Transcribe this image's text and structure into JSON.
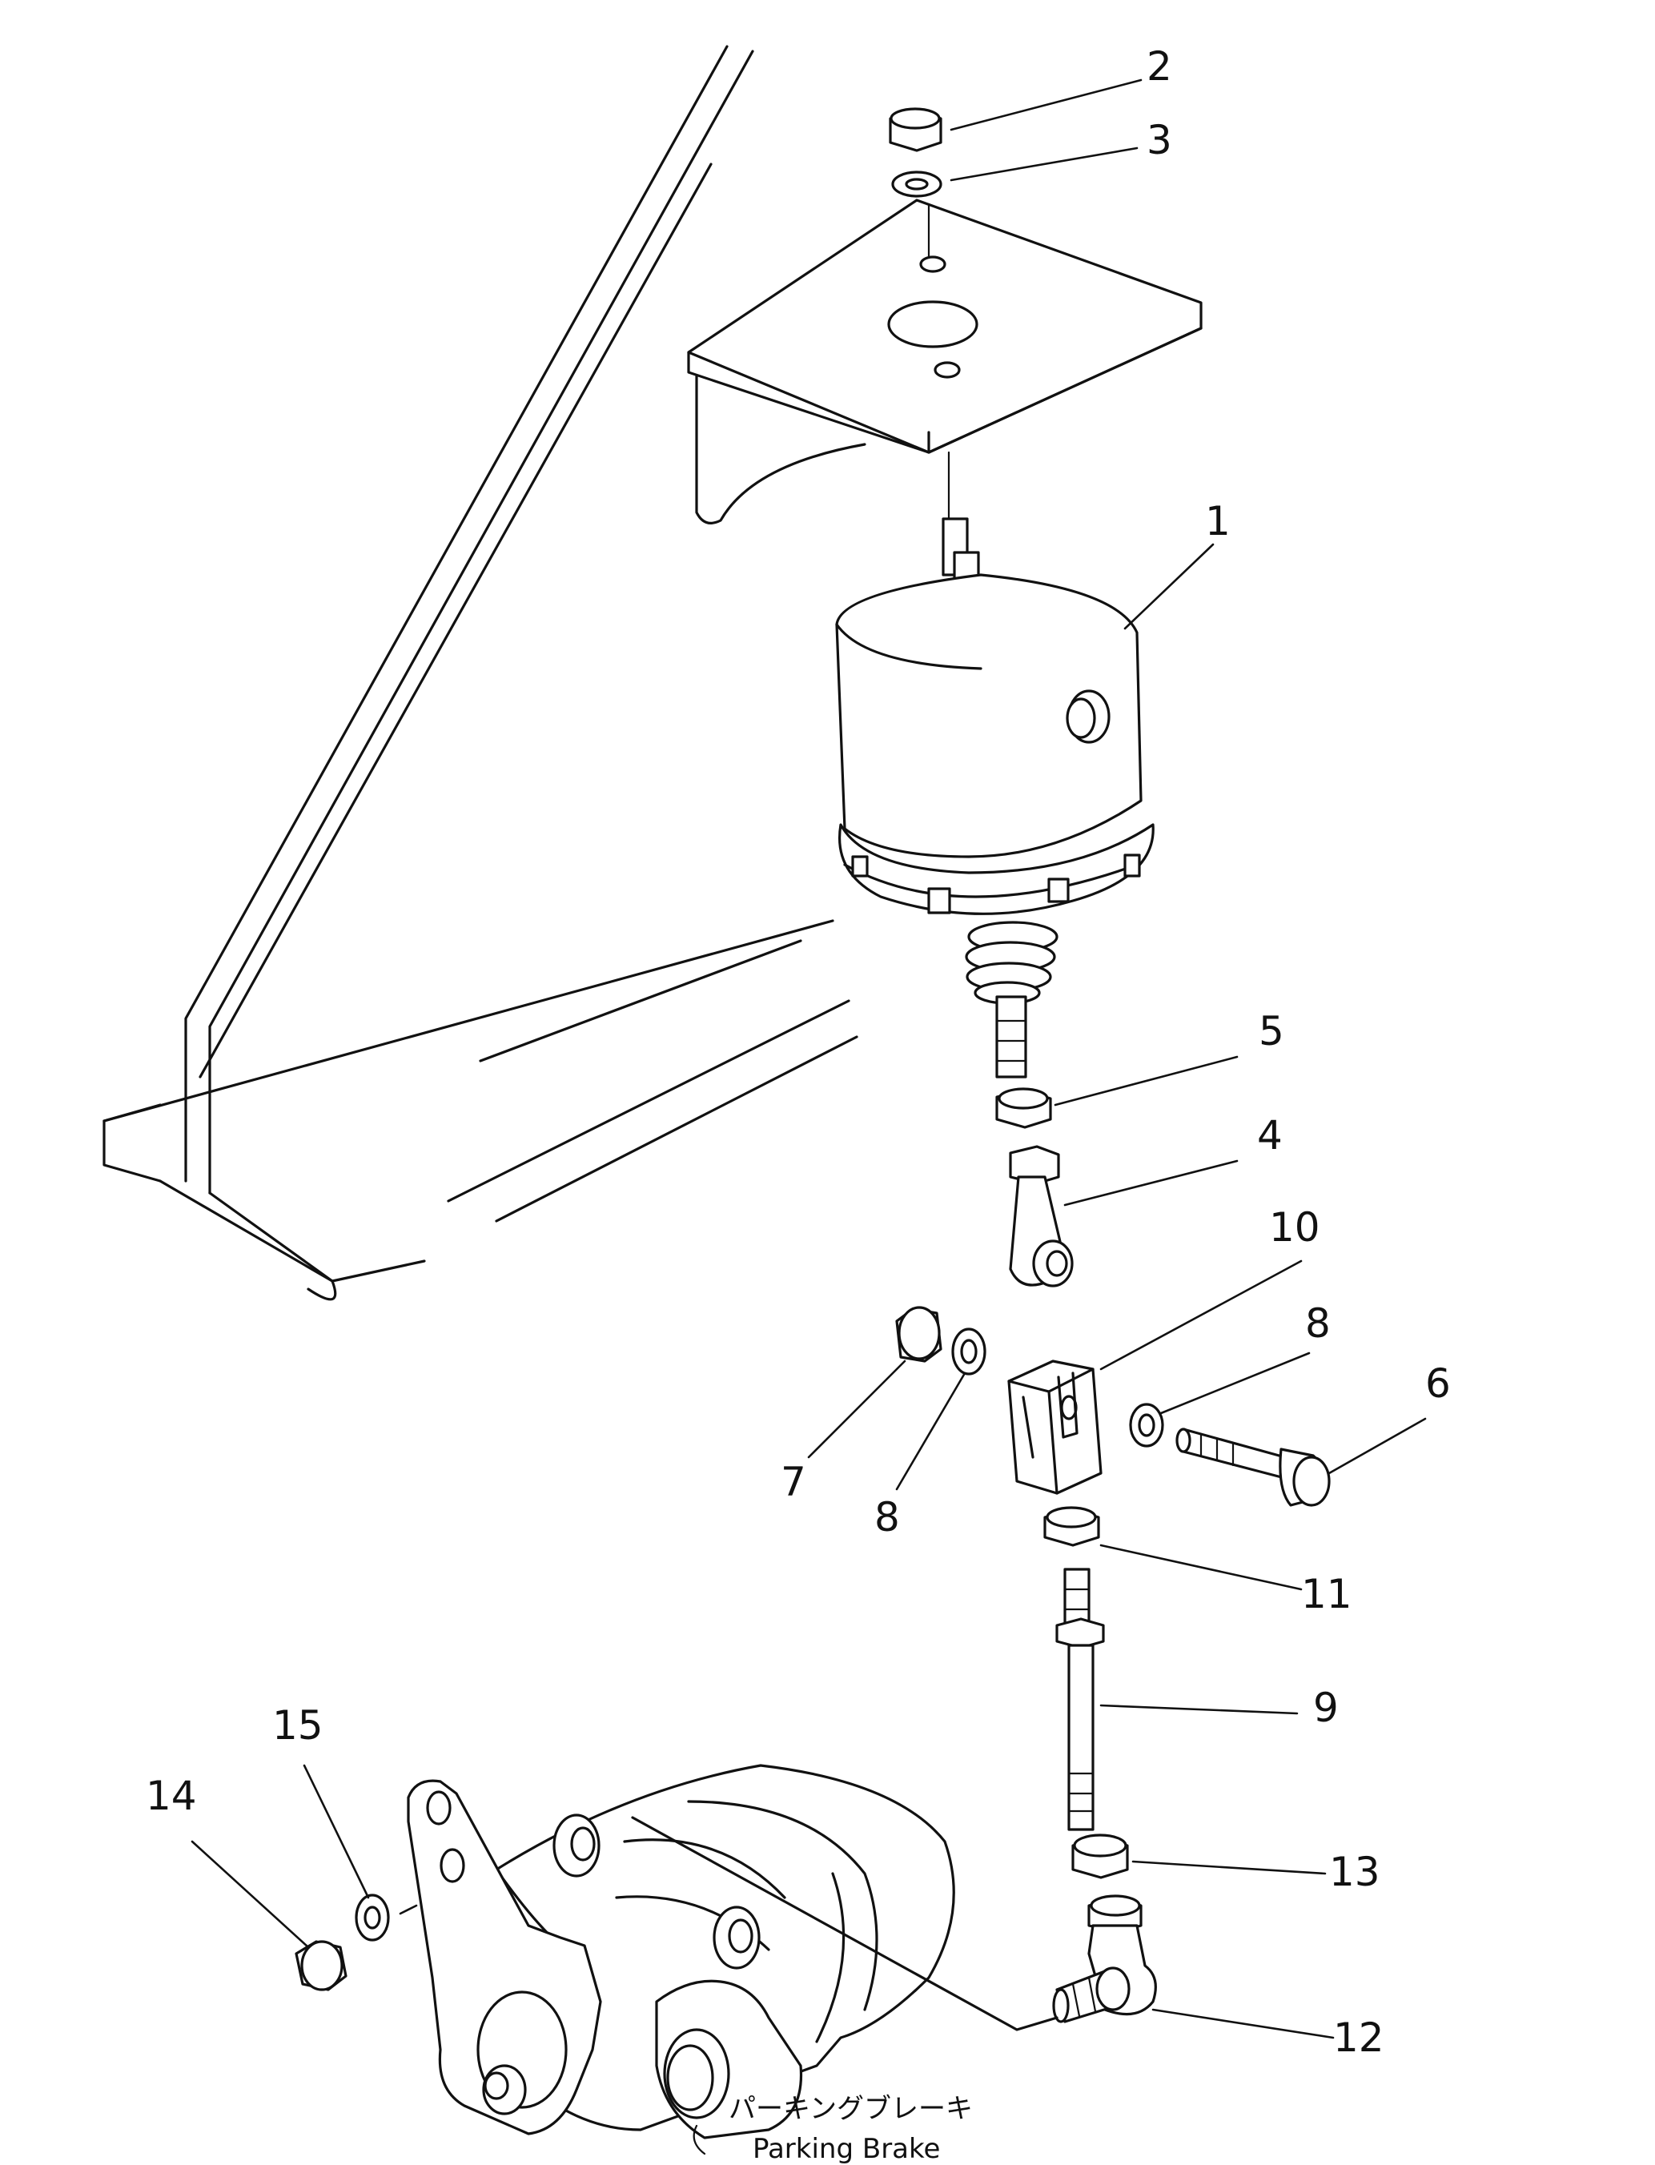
{
  "callouts": [
    {
      "id": "c1",
      "text": "1"
    },
    {
      "id": "c2",
      "text": "2"
    },
    {
      "id": "c3",
      "text": "3"
    },
    {
      "id": "c4",
      "text": "4"
    },
    {
      "id": "c5",
      "text": "5"
    },
    {
      "id": "c6",
      "text": "6"
    },
    {
      "id": "c7",
      "text": "7"
    },
    {
      "id": "c8a",
      "text": "8"
    },
    {
      "id": "c8b",
      "text": "8"
    },
    {
      "id": "c9",
      "text": "9"
    },
    {
      "id": "c10",
      "text": "10"
    },
    {
      "id": "c11",
      "text": "11"
    },
    {
      "id": "c12",
      "text": "12"
    },
    {
      "id": "c13",
      "text": "13"
    },
    {
      "id": "c14",
      "text": "14"
    },
    {
      "id": "c15",
      "text": "15"
    }
  ],
  "caption": {
    "japanese": "パーキングブレーキ",
    "english": "Parking Brake"
  }
}
